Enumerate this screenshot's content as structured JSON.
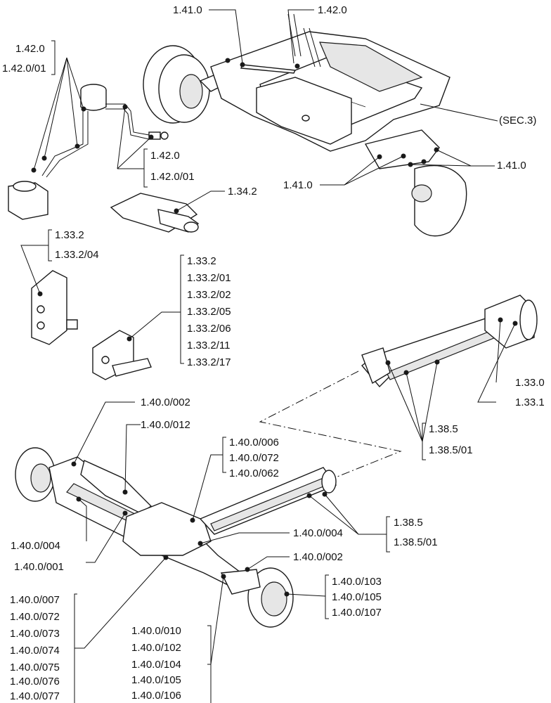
{
  "callouts": {
    "c_1_41_0_top": [
      "1.41.0"
    ],
    "c_1_42_0_top": [
      "1.42.0"
    ],
    "c_1_42_0_left": [
      "1.42.0",
      "1.42.0/01"
    ],
    "c_sec3": [
      "(SEC.3)"
    ],
    "c_1_42_0_mid": [
      "1.42.0",
      "1.42.0/01"
    ],
    "c_1_41_0_right": [
      "1.41.0"
    ],
    "c_1_41_0_mid": [
      "1.41.0"
    ],
    "c_1_34_2": [
      "1.34.2"
    ],
    "c_1_33_2_a": [
      "1.33.2",
      "1.33.2/04"
    ],
    "c_1_33_2_b": [
      "1.33.2",
      "1.33.2/01",
      "1.33.2/02",
      "1.33.2/05",
      "1.33.2/06",
      "1.33.2/11",
      "1.33.2/17"
    ],
    "c_1_33_0": [
      "1.33.0"
    ],
    "c_1_33_1": [
      "1.33.1"
    ],
    "c_1_38_5_a": [
      "1.38.5",
      "1.38.5/01"
    ],
    "c_1_40_0_002_a": [
      "1.40.0/002"
    ],
    "c_1_40_0_012": [
      "1.40.0/012"
    ],
    "c_1_40_0_006": [
      "1.40.0/006",
      "1.40.0/072",
      "1.40.0/062"
    ],
    "c_1_38_5_b": [
      "1.38.5",
      "1.38.5/01"
    ],
    "c_1_40_0_004_a": [
      "1.40.0/004"
    ],
    "c_1_40_0_004_b": [
      "1.40.0/004"
    ],
    "c_1_40_0_002_b": [
      "1.40.0/002"
    ],
    "c_1_40_0_001": [
      "1.40.0/001"
    ],
    "c_1_40_0_103": [
      "1.40.0/103",
      "1.40.0/105",
      "1.40.0/107"
    ],
    "c_1_40_0_007": [
      "1.40.0/007",
      "1.40.0/072",
      "1.40.0/073",
      "1.40.0/074",
      "1.40.0/075",
      "1.40.0/076",
      "1.40.0/077"
    ],
    "c_1_40_0_010": [
      "1.40.0/010",
      "1.40.0/102",
      "1.40.0/104",
      "1.40.0/105",
      "1.40.0/106"
    ]
  }
}
